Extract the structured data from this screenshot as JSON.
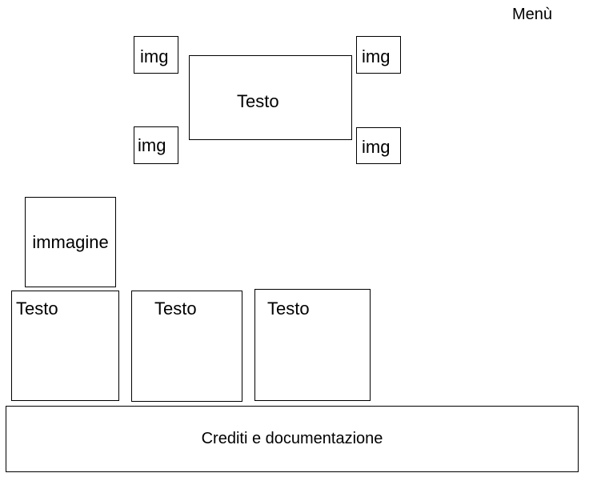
{
  "menu_label": "Menù",
  "hero": {
    "text_label": "Testo",
    "img_labels": [
      "img",
      "img",
      "img",
      "img"
    ]
  },
  "feature_image_label": "immagine",
  "columns": [
    {
      "label": "Testo"
    },
    {
      "label": "Testo"
    },
    {
      "label": "Testo"
    }
  ],
  "footer_label": "Crediti e documentazione"
}
